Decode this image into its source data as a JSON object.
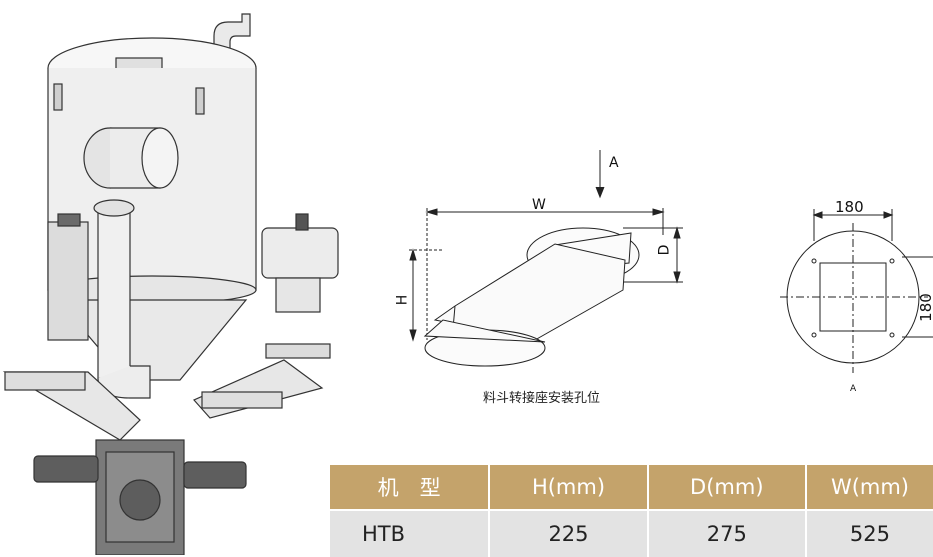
{
  "diagram": {
    "label_a": "A",
    "label_w": "W",
    "label_h": "H",
    "label_d": "D",
    "caption": "料斗转接座安装孔位"
  },
  "plate": {
    "width_dim": "180",
    "height_dim": "180",
    "view_label": "A"
  },
  "table": {
    "headers": [
      "机　型",
      "H(mm)",
      "D(mm)",
      "W(mm)"
    ],
    "rows": [
      [
        "HTB",
        "225",
        "275",
        "525"
      ]
    ]
  },
  "colors": {
    "header_bg": "#c4a36b",
    "row_bg": "#e3e3e3"
  }
}
